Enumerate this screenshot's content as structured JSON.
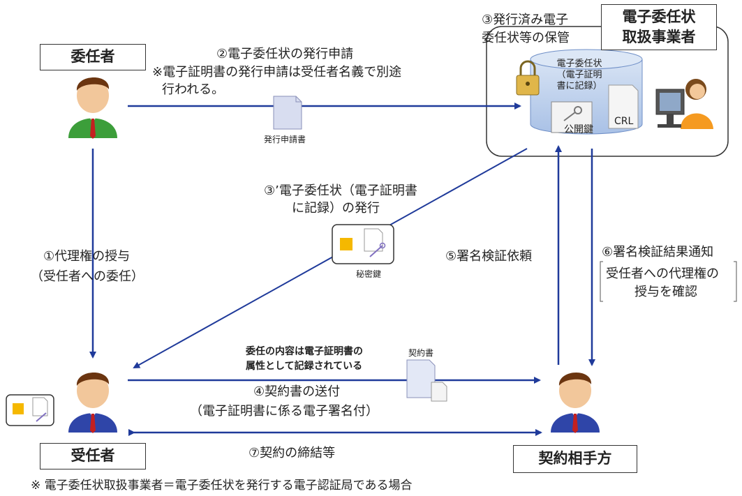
{
  "boxes": {
    "delegator": "委任者",
    "delegatee": "受任者",
    "counterparty": "契約相手方",
    "provider": [
      "電子委任状",
      "取扱事業者"
    ]
  },
  "steps": {
    "s1": [
      "①代理権の授与",
      "（受任者への委任）"
    ],
    "s2": [
      "②電子委任状の発行申請",
      "※電子証明書の発行申請は受任者名義で別途",
      "行われる。"
    ],
    "s3": [
      "③発行済み電子",
      "委任状等の保管"
    ],
    "s3p": [
      "③’電子委任状（電子証明書",
      "に記録）の発行"
    ],
    "s4": [
      "④契約書の送付",
      "（電子証明書に係る電子署名付）"
    ],
    "s5": "⑤署名検証依頼",
    "s6": [
      "⑥署名検証結果通知"
    ],
    "s6note": [
      "受任者への代理権の",
      "授与を確認"
    ],
    "s7": "⑦契約の締結等"
  },
  "docs": {
    "application": "発行申請書",
    "private_key": "秘密鍵",
    "contract": "契約書",
    "public_key": "公開鍵",
    "crl": "CRL"
  },
  "db_label": [
    "電子委任状",
    "（電子証明",
    "書に記録）"
  ],
  "contract_note": [
    "委任の内容は電子証明書の",
    "属性として記録されている"
  ],
  "footnote": "※ 電子委任状取扱事業者＝電子委任状を発行する電子認証局である場合",
  "colors": {
    "arrow": "#1f3a9a",
    "db": "#b9cdea",
    "key": "#f5b800"
  }
}
